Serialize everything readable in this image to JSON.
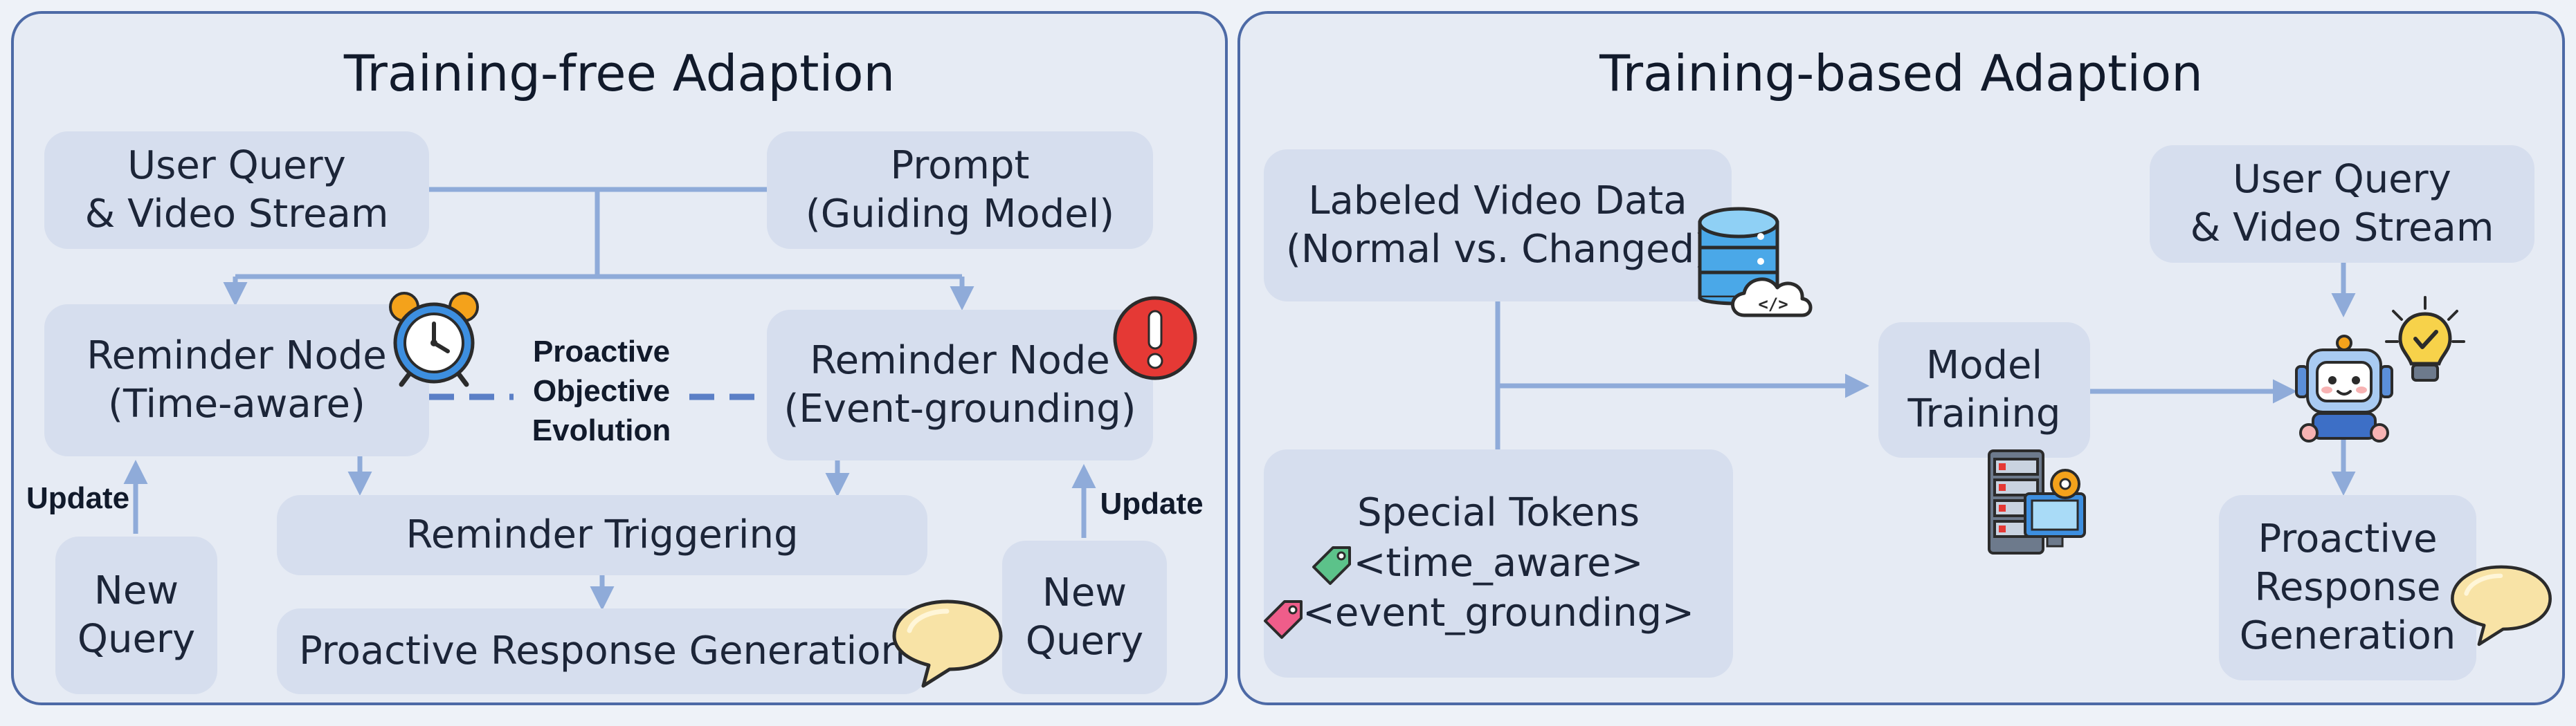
{
  "left": {
    "title": "Training-free Adaption",
    "user_query": [
      "User Query",
      "& Video Stream"
    ],
    "prompt": [
      "Prompt",
      "(Guiding Model)"
    ],
    "reminder_time": [
      "Reminder Node",
      "(Time-aware)"
    ],
    "reminder_event": [
      "Reminder Node",
      "(Event-grounding)"
    ],
    "evolution": [
      "Proactive",
      "Objective",
      "Evolution"
    ],
    "triggering": "Reminder Triggering",
    "response": "Proactive Response Generation",
    "new_query_left": [
      "New",
      "Query"
    ],
    "new_query_right": [
      "New",
      "Query"
    ],
    "update_left": "Update",
    "update_right": "Update"
  },
  "right": {
    "title": "Training-based Adaption",
    "labeled_data": [
      "Labeled Video Data",
      "(Normal vs. Changed)"
    ],
    "special_tokens": [
      "Special Tokens",
      "<time_aware>",
      "<event_grounding>"
    ],
    "model_training": [
      "Model",
      "Training"
    ],
    "user_query": [
      "User Query",
      "& Video Stream"
    ],
    "response": [
      "Proactive",
      "Response",
      "Generation"
    ],
    "code_glyph": "</>"
  },
  "colors": {
    "panel_bg": "#e6ebf4",
    "panel_border": "#4d6aa6",
    "box_bg": "#d6deee",
    "arrow": "#8fabd9",
    "dashed": "#5b7fc6",
    "alert_red": "#e53935",
    "clock_blue": "#3d8fe0",
    "speech_bubble": "#f8e3a6"
  },
  "icons": [
    "alarm-clock-icon",
    "alert-icon",
    "speech-bubble-icon",
    "database-cloud-icon",
    "server-gear-icon",
    "robot-icon",
    "lightbulb-icon",
    "tag-icon"
  ]
}
